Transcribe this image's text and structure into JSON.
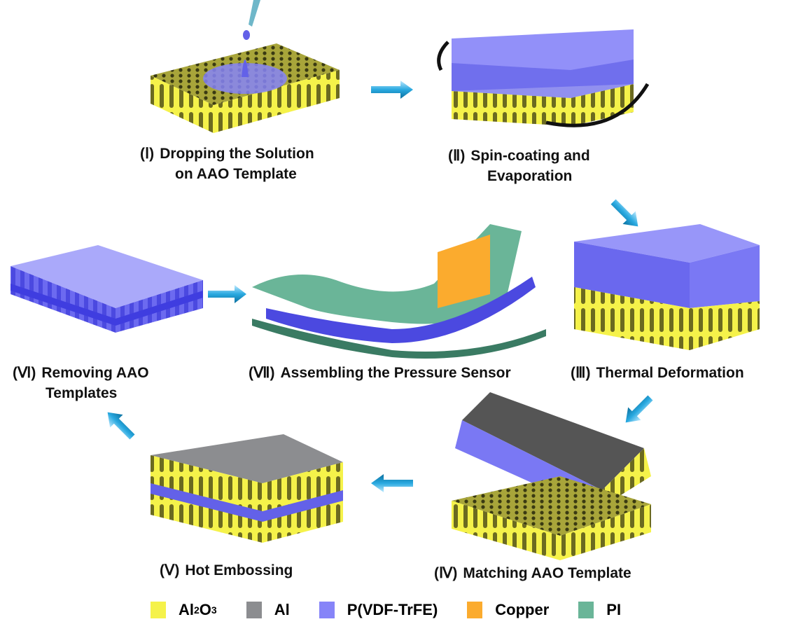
{
  "steps": [
    {
      "num": "(Ⅰ)",
      "line1": "Dropping the Solution",
      "line2": "on AAO Template"
    },
    {
      "num": "(Ⅱ)",
      "line1": "Spin-coating and",
      "line2": "Evaporation"
    },
    {
      "num": "(Ⅲ)",
      "line1": "Thermal Deformation"
    },
    {
      "num": "(Ⅳ)",
      "line1": "Matching AAO Template"
    },
    {
      "num": "(Ⅴ)",
      "line1": "Hot Embossing"
    },
    {
      "num": "(Ⅵ)",
      "line1": "Removing AAO",
      "line2": "Templates"
    },
    {
      "num": "(Ⅶ)",
      "line1": "Assembling the Pressure Sensor"
    }
  ],
  "legend": [
    {
      "label": "Al",
      "sub": "2",
      "label2": "O",
      "sub2": "3",
      "color": "#f5f24a"
    },
    {
      "label": "Al",
      "color": "#8c8d90"
    },
    {
      "label": "P(VDF-TrFE)",
      "color": "#8684f8"
    },
    {
      "label": "Copper",
      "color": "#fbab2e"
    },
    {
      "label": "PI",
      "color": "#6ab598"
    }
  ],
  "colors": {
    "arrow": "#29a9e0",
    "al2o3": "#f5f24a",
    "al": "#8c8d90",
    "polymer": "#8684f8",
    "copper": "#fbab2e",
    "pi": "#6ab598"
  }
}
